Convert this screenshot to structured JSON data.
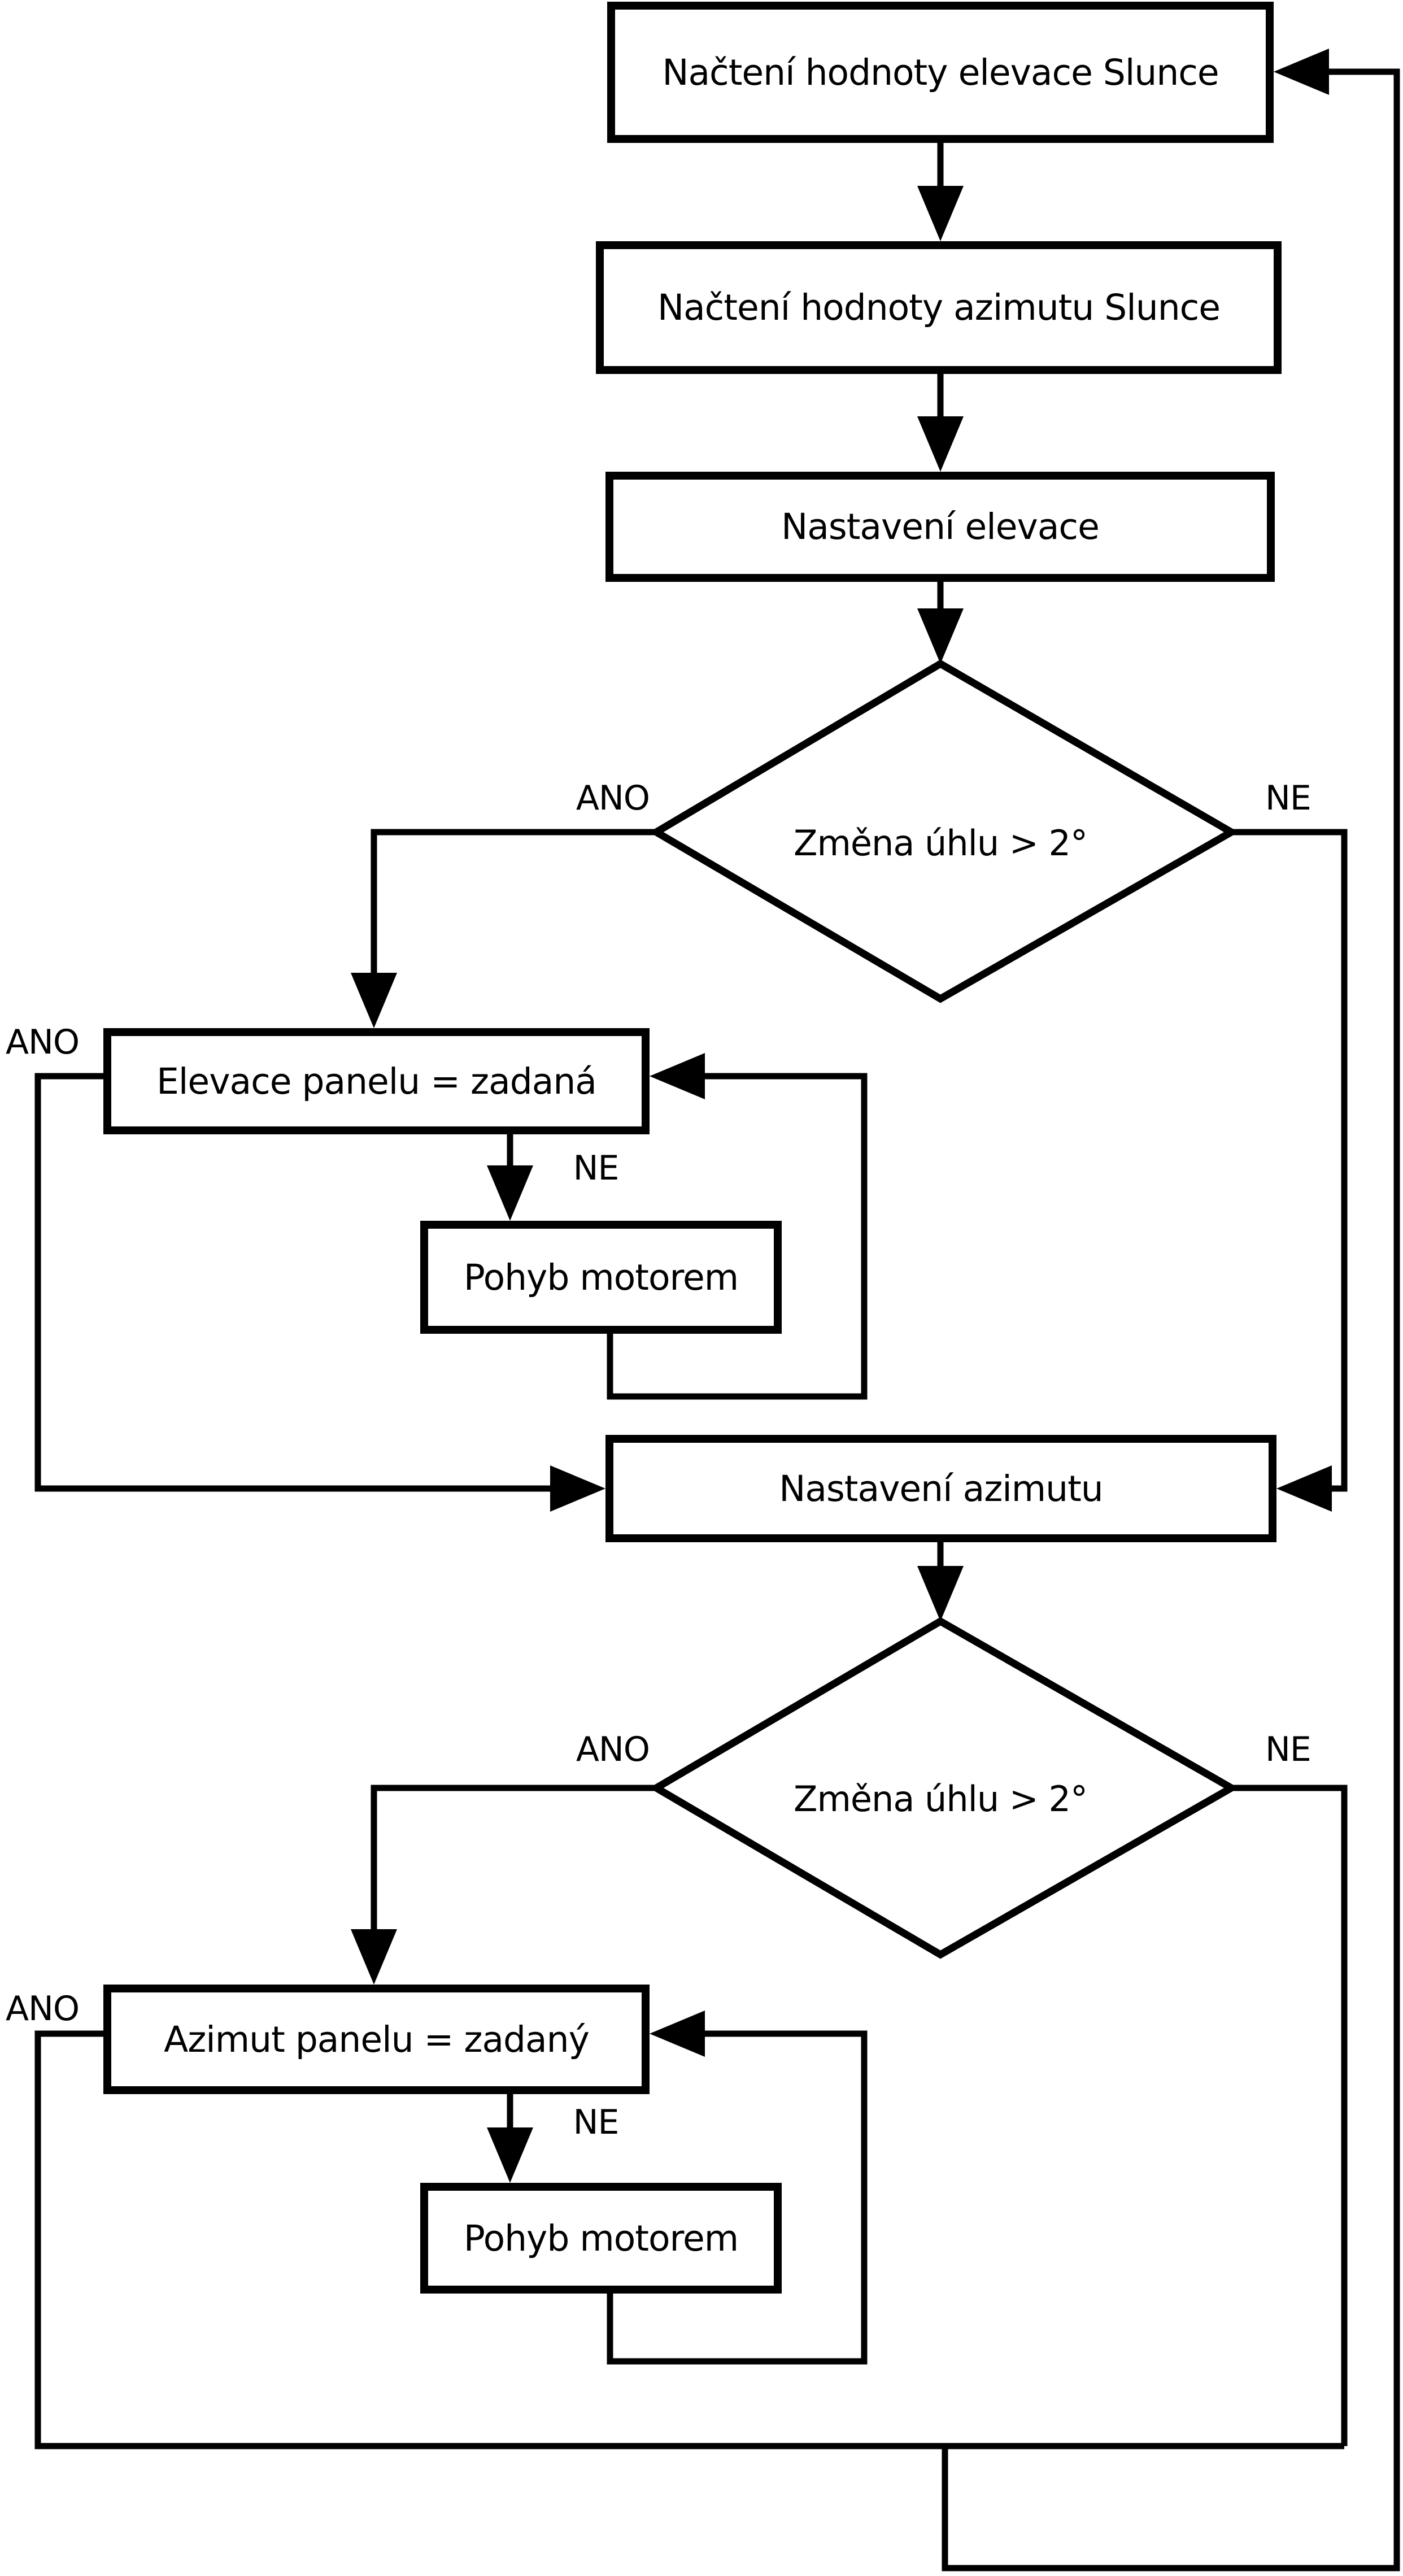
{
  "nodes": {
    "read_elevation": {
      "label": "Načtení hodnoty elevace Slunce"
    },
    "read_azimuth": {
      "label": "Načtení hodnoty azimutu Slunce"
    },
    "set_elevation": {
      "label": "Nastavení elevace"
    },
    "elevation_angle_check": {
      "label": "Změna úhlu > 2°"
    },
    "elevation_equal": {
      "label": "Elevace panelu = zadaná"
    },
    "elevation_motor": {
      "label": "Pohyb motorem"
    },
    "set_azimuth": {
      "label": "Nastavení azimutu"
    },
    "azimuth_angle_check": {
      "label": "Změna úhlu > 2°"
    },
    "azimuth_equal": {
      "label": "Azimut panelu = zadaný"
    },
    "azimuth_motor": {
      "label": "Pohyb motorem"
    }
  },
  "edge_labels": {
    "d1_yes": "ANO",
    "d1_no": "NE",
    "elev_eq_yes": "ANO",
    "elev_eq_no": "NE",
    "d2_yes": "ANO",
    "d2_no": "NE",
    "azim_eq_yes": "ANO",
    "azim_eq_no": "NE"
  },
  "colors": {
    "line": "#000000",
    "background": "#ffffff"
  }
}
